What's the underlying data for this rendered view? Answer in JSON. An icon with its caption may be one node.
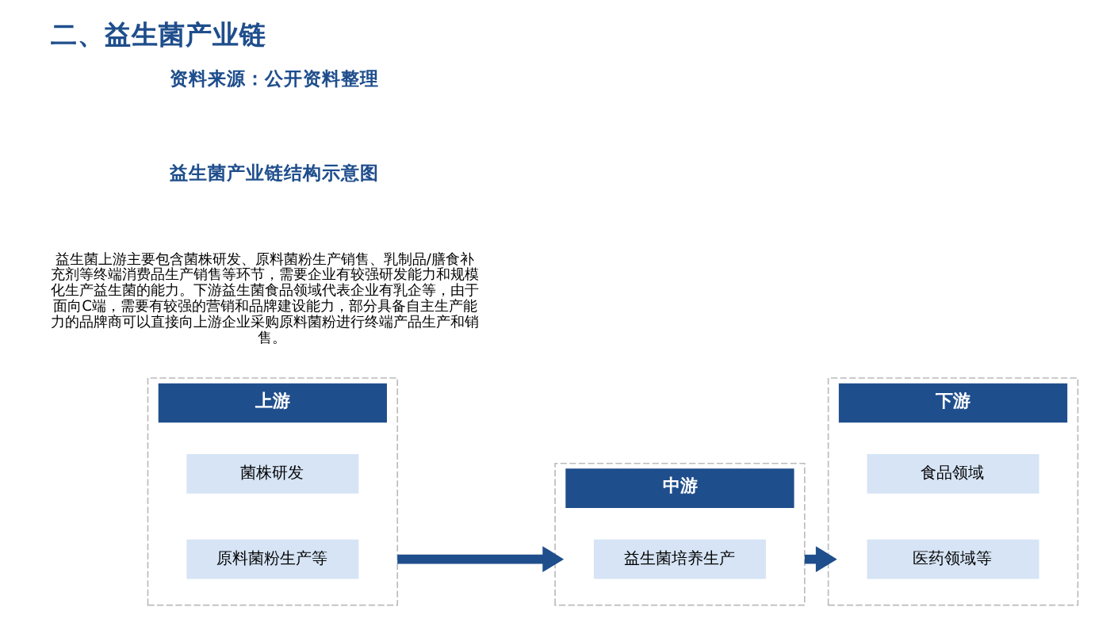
{
  "diagram": {
    "title": "二、益生菌产业链",
    "nodes": [
      {
        "text": [
          "上游"
        ]
      },
      {
        "text": [
          "菌株研发"
        ],
        "in": 0
      },
      {
        "text": [
          "原料菌粉生产等"
        ],
        "in": 0
      },
      {
        "text": [
          "中游"
        ]
      },
      {
        "text": [
          "益生菌培养生产"
        ],
        "in": 3
      },
      {
        "text": [
          "下游"
        ]
      },
      {
        "text": [
          "食品领域"
        ],
        "in": 5
      },
      {
        "text": [
          "医药领域等"
        ],
        "in": 5
      }
    ],
    "edges": [
      {
        "from": 0,
        "to": 3,
        "arrow": "to"
      },
      {
        "from": 3,
        "to": 5,
        "arrow": "to"
      }
    ],
    "labels": [
      "益生菌上游主要包含菌株研发、原料菌粉生产销售、乳制品/膳食补充剂等终端消费品生产销售等环节，需要企业有较强研发能力和规模化生产益生菌的能力。下游益生菌食品领域代表企业有乳企等，由于面向C端，需要有较强的营销和品牌建设能力，部分具备自主生产能力的品牌商可以直接向上游企业采购原料菌粉进行终端产品生产和销售。",
      "益生菌产业链结构示意图",
      "资料来源：公开资料整理"
    ]
  }
}
